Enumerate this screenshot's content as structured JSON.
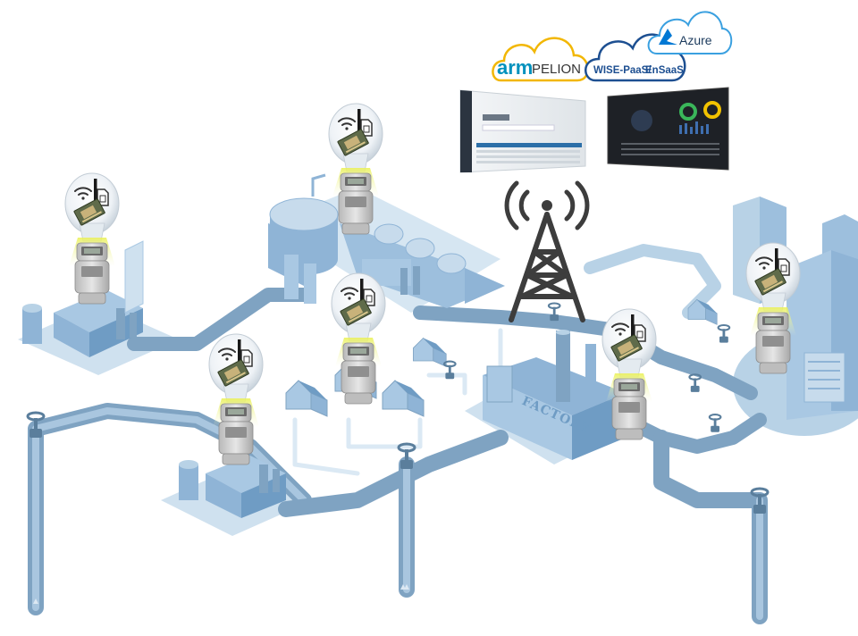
{
  "clouds": {
    "arm_pelion": {
      "brand": "arm",
      "product": "PELION",
      "color": "#0091bd",
      "outline": "#f2b705"
    },
    "wise_paas": {
      "line1": "WISE-PaaS/",
      "line2": "EnSaaS",
      "color": "#1d4f91",
      "outline": "#1d4f91"
    },
    "azure": {
      "label": "Azure",
      "color": "#0078d4",
      "outline": "#3aa0e0"
    }
  },
  "factory": {
    "label": "FACTORY"
  },
  "icons": [
    "wifi-icon",
    "sim-card-icon",
    "antenna-icon",
    "cell-tower-icon",
    "valve-icon",
    "flow-arrow-icon"
  ],
  "colors": {
    "pipe": "#7fa3c2",
    "pipe_light": "#b8d2e6",
    "building": "#a9c8e3",
    "building_dark": "#6f9cc4",
    "tower": "#3d3d3d",
    "bulb": "#e8edf2"
  }
}
